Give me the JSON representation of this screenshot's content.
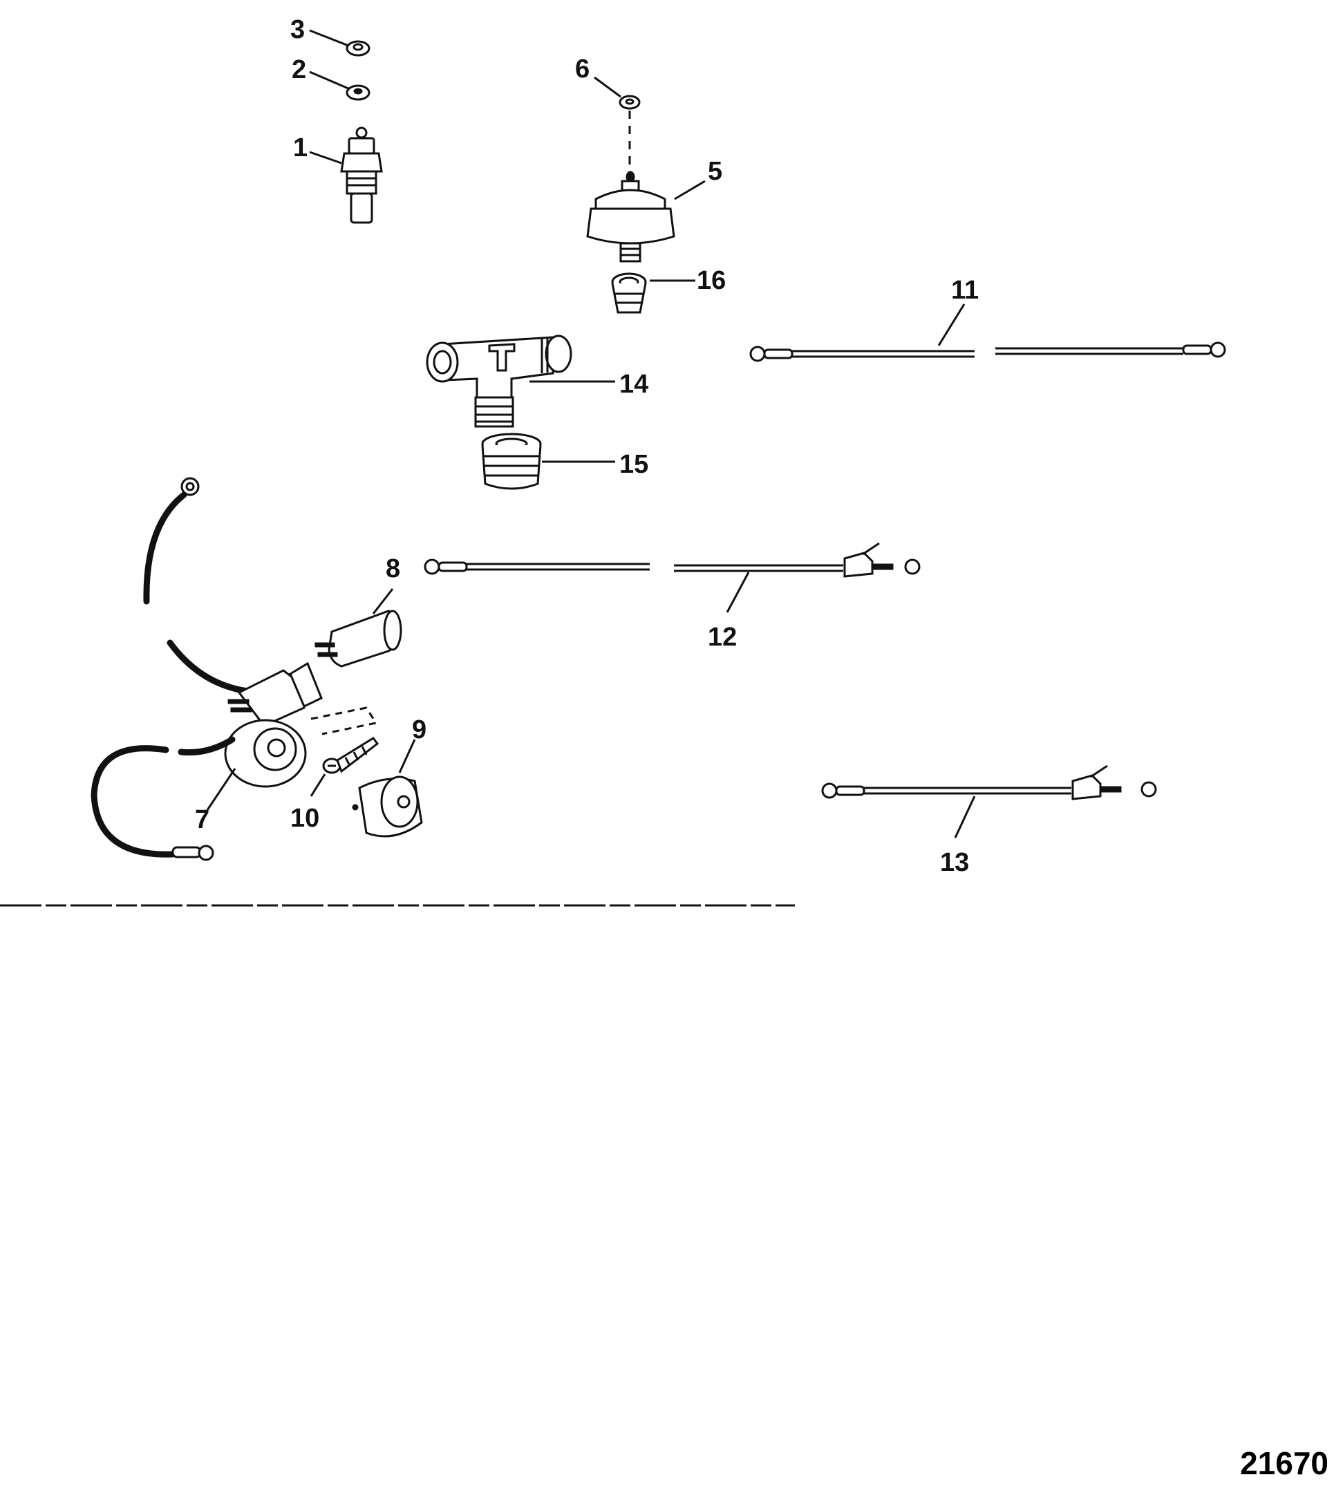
{
  "callouts": {
    "c1": "1",
    "c2": "2",
    "c3": "3",
    "c5": "5",
    "c6": "6",
    "c7": "7",
    "c8": "8",
    "c9": "9",
    "c10": "10",
    "c11": "11",
    "c12": "12",
    "c13": "13",
    "c14": "14",
    "c15": "15",
    "c16": "16"
  },
  "figure_number": "21670"
}
